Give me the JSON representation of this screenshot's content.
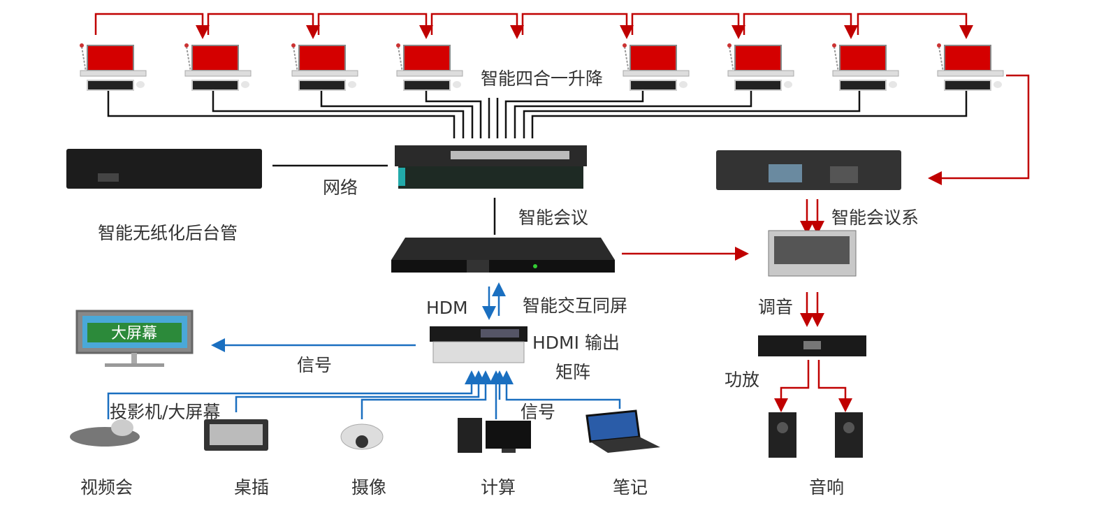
{
  "colors": {
    "control_line": "#c00000",
    "network_line": "#111111",
    "signal_line": "#1a6fc0"
  },
  "labels": {
    "lift_terminals": "智能四合一升降",
    "network": "网络",
    "backend_server": "智能无纸化后台管",
    "conference": "智能会议",
    "conference_system": "智能会议系",
    "hdm": "HDM",
    "interactive_screen": "智能交互同屏",
    "hdmi_output": "HDMI 输出",
    "matrix": "矩阵",
    "signal_left": "信号",
    "projector": "投影机/大屏幕",
    "signal_bottom": "信号",
    "mixer": "调音",
    "amplifier": "功放",
    "speakers": "音响",
    "video_conf": "视频会",
    "desk_socket": "桌插",
    "camera": "摄像",
    "computer": "计算",
    "notebook": "笔记",
    "big_screen_text": "大屏幕"
  }
}
